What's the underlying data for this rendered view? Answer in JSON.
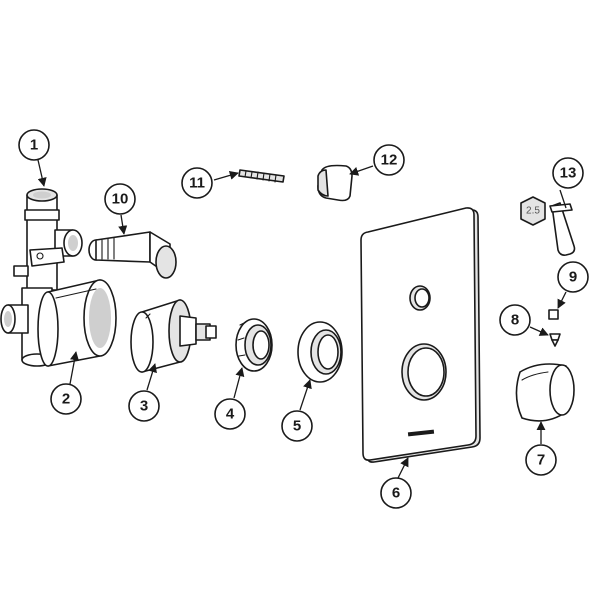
{
  "callouts": [
    {
      "label": "1"
    },
    {
      "label": "2"
    },
    {
      "label": "3"
    },
    {
      "label": "4"
    },
    {
      "label": "5"
    },
    {
      "label": "6"
    },
    {
      "label": "7"
    },
    {
      "label": "8"
    },
    {
      "label": "9"
    },
    {
      "label": "10"
    },
    {
      "label": "11"
    },
    {
      "label": "12"
    },
    {
      "label": "13"
    }
  ],
  "hex_key": {
    "size_label": "2.5"
  },
  "colors": {
    "line": "#1a1a1a",
    "fill": "#ffffff",
    "shade": "#cfcfcf"
  }
}
